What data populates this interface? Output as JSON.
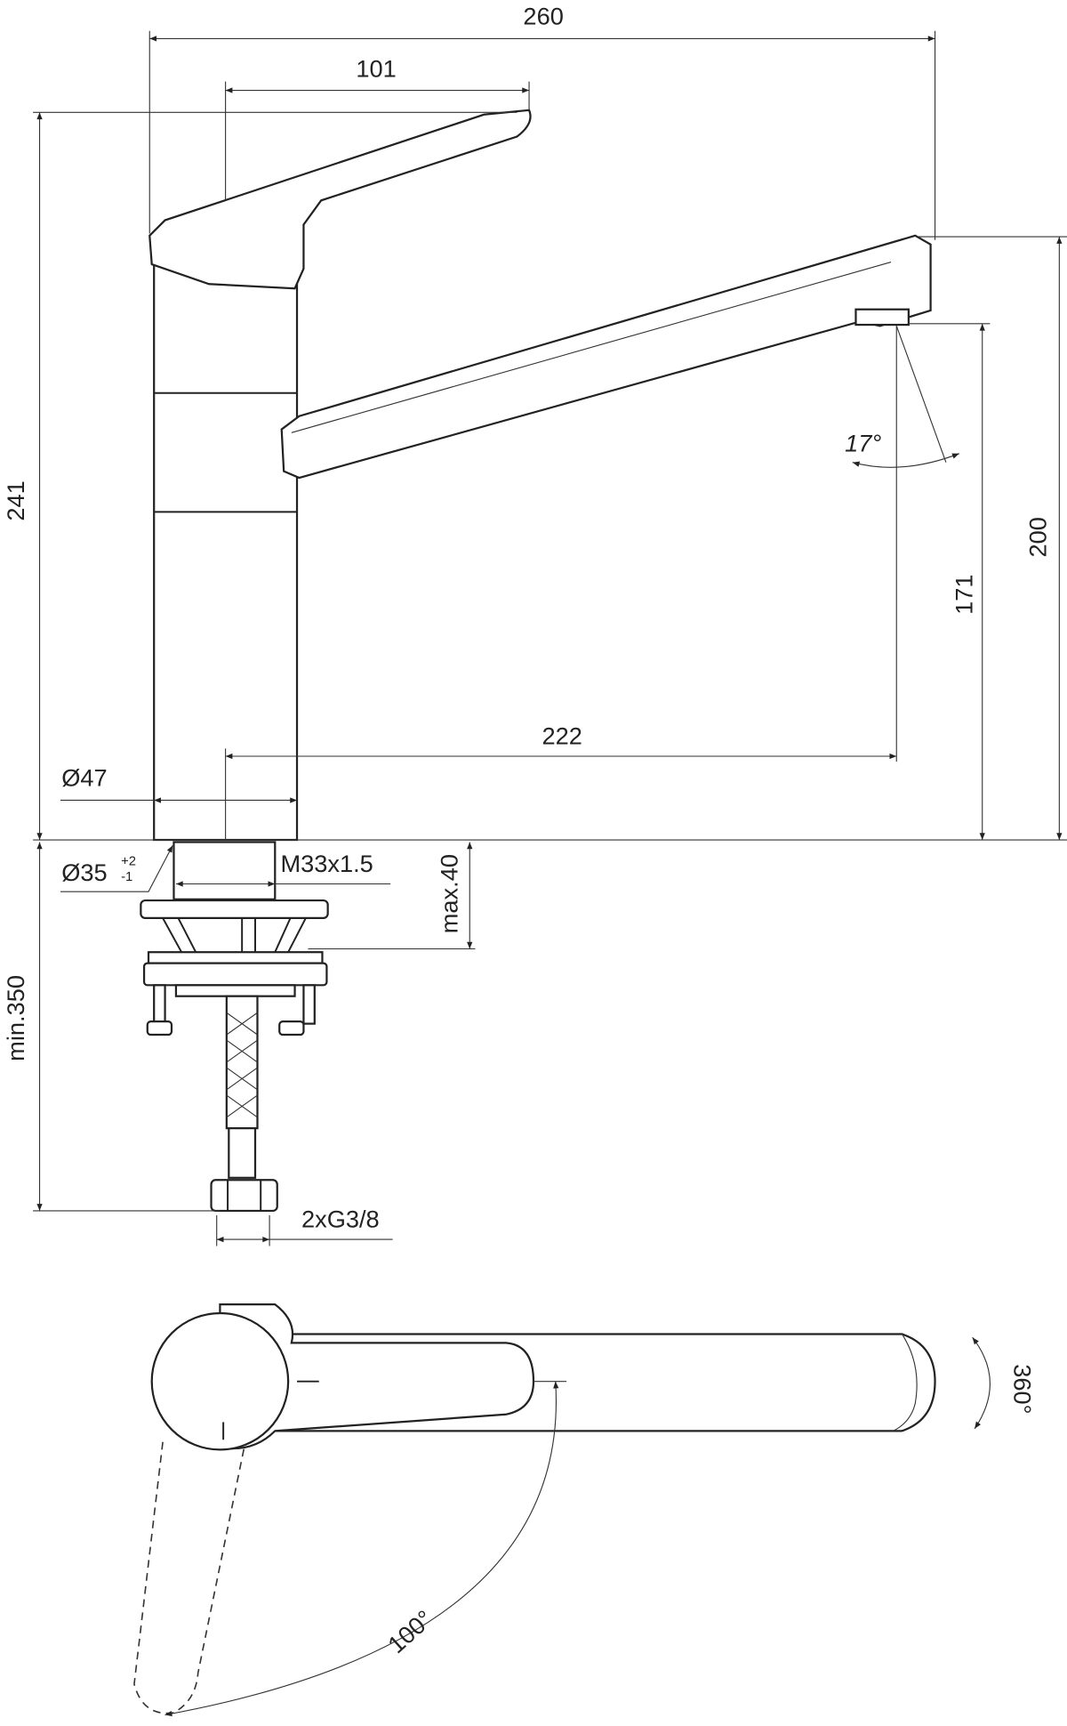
{
  "drawing": {
    "dimensions": {
      "overall_length": "260",
      "handle_length": "101",
      "overall_height": "241",
      "spout_height": "200",
      "outlet_height": "171",
      "outlet_angle": "17°",
      "spout_reach": "222",
      "body_diameter": "Ø47",
      "hole_diameter": "Ø35",
      "hole_tol_plus": "+2",
      "hole_tol_minus": "-1",
      "thread": "M33x1.5",
      "max_counter_thickness": "max.40",
      "min_hose_length": "min.350",
      "connections": "2xG3/8",
      "spout_rotation": "360°",
      "handle_rotation": "100°"
    }
  }
}
